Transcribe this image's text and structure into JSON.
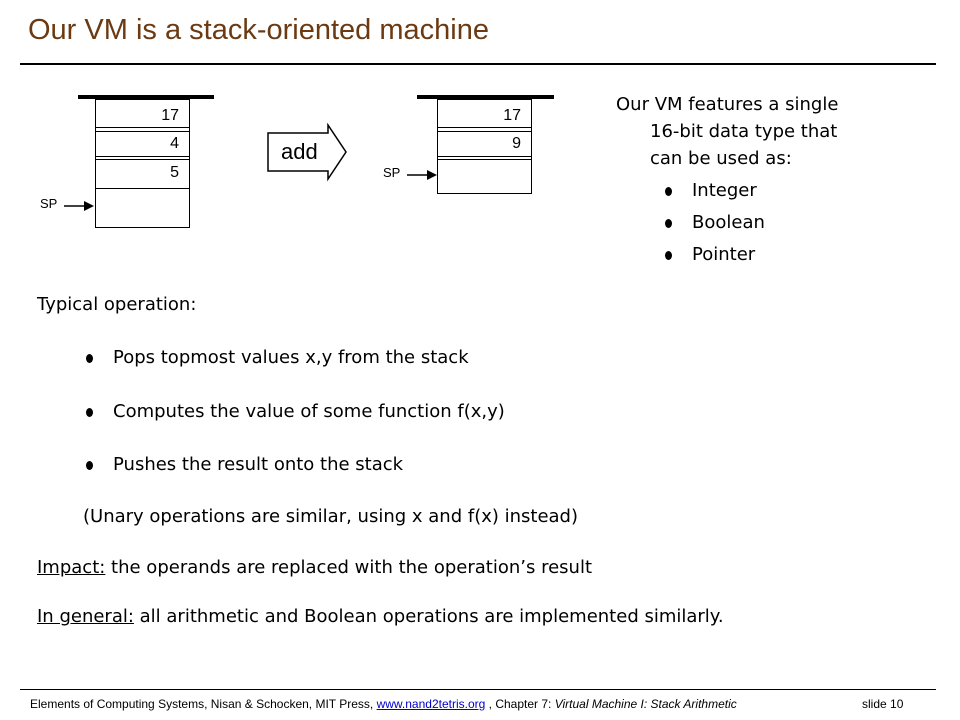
{
  "title": "Our VM is a stack-oriented machine",
  "diagram": {
    "stack_before": [
      "17",
      "4",
      "5",
      ""
    ],
    "stack_after": [
      "17",
      "9",
      ""
    ],
    "sp_label": "SP",
    "operation": "add"
  },
  "right": {
    "intro_lines": [
      "Our VM features a single",
      "16-bit data type that",
      "can be used as:"
    ],
    "types": [
      "Integer",
      "Boolean",
      "Pointer"
    ]
  },
  "body": {
    "typical_heading": "Typical operation:",
    "steps": [
      "Pops topmost values x,y from the stack",
      "Computes the value of some function f(x,y)",
      "Pushes the result onto the stack"
    ],
    "unary_note": "(Unary operations are similar, using x and f(x) instead)",
    "impact_label": "Impact:",
    "impact_text": " the operands are replaced with the operation’s result",
    "general_label": "In general:",
    "general_text": " all arithmetic and Boolean operations are implemented similarly."
  },
  "footer": {
    "text_before": "Elements of Computing Systems, Nisan & Schocken, MIT Press, ",
    "link": "www.nand2tetris.org",
    "text_after": " , Chapter 7: ",
    "chapter": "Virtual Machine I: Stack Arithmetic",
    "slide": "slide 10"
  }
}
